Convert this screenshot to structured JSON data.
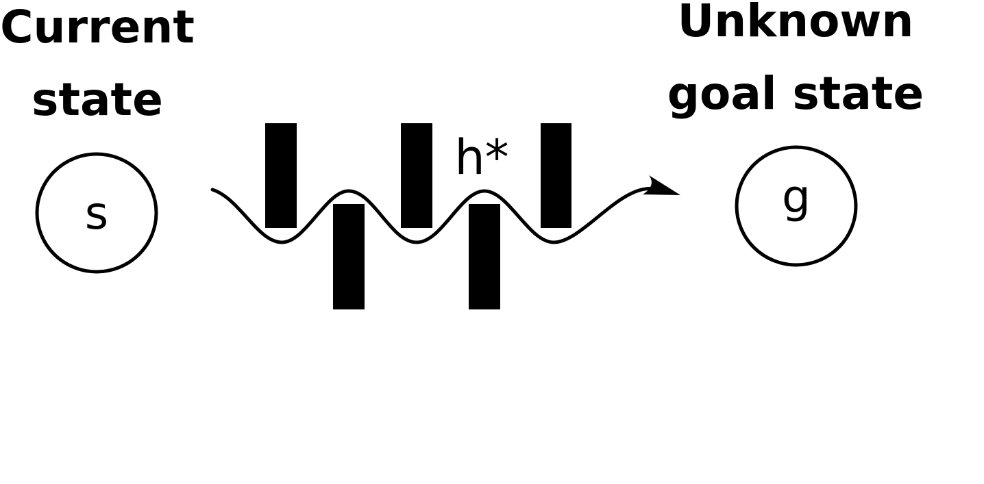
{
  "current": {
    "title": "Current\nstate",
    "node_label": "s"
  },
  "goal": {
    "title": "Unknown\ngoal state",
    "node_label": "g"
  },
  "path": {
    "label": "h*"
  },
  "colors": {
    "ink": "#000000",
    "background": "#ffffff"
  }
}
